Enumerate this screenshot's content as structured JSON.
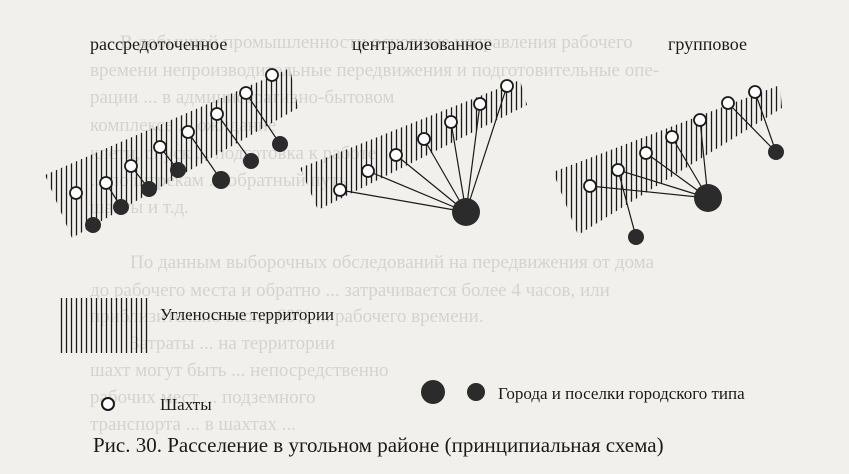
{
  "figure": {
    "panel_titles": {
      "dispersed": "рассредоточенное",
      "centralized": "централизованное",
      "group": "групповое"
    },
    "legend": {
      "coal_territories": "Угленосные территории",
      "mines": "Шахты",
      "towns": "Города и поселки городского типа"
    },
    "caption": "Рис. 30. Расселение в угольном районе (принципиальная схема)"
  },
  "background_text": [
    "В добычной промышленности основные направления рабочего",
    "времени непроизводительные передвижения и подготовительные опе-",
    "рации ... в административно-бытовом",
    "комплексе ... ожидание",
    "клети, спуск ... подготовка к работе",
    "... по штрекам ... обратный путь",
    "шахты и т.д.",
    "По данным выборочных обследований на передвижения от дома",
    "до рабочего места и обратно ... затрачивается более 4 часов, или",
    "приблизительно около 60% ... рабочего времени.",
    "Затраты ... на территории",
    "шахт могут быть ... непосредственно",
    "рабочих мест ... подземного",
    "транспорта ... в шахтах ..."
  ]
}
